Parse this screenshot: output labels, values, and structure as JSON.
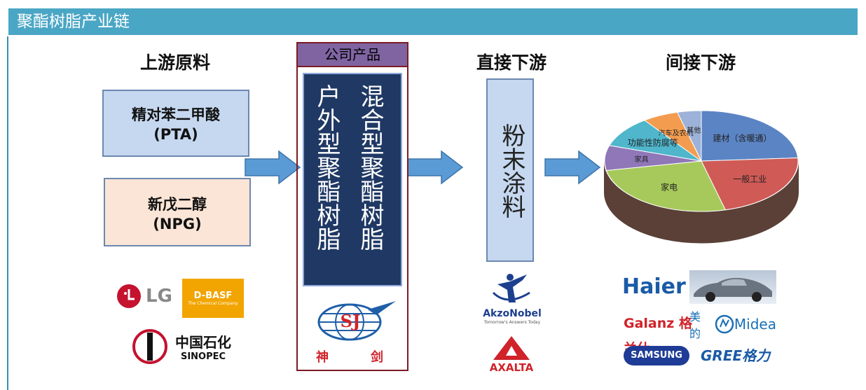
{
  "title": "聚酯树脂产业链",
  "headings": {
    "upstream": "上游原料",
    "company": "公司产品",
    "direct": "直接下游",
    "indirect": "间接下游"
  },
  "upstream": {
    "pta_name": "精对苯二甲酸",
    "pta_code": "(PTA)",
    "npg_name": "新戊二醇",
    "npg_code": "(NPG)"
  },
  "company": {
    "product_right": "混合型聚酯树脂",
    "product_left": "户外型聚酯树脂",
    "logo_mark": "SJ",
    "logo_char1": "神",
    "logo_char2": "剑"
  },
  "direct": {
    "product": "粉末涂料"
  },
  "chart_data": {
    "type": "pie",
    "title": "",
    "categories": [
      "建材（含暖通）",
      "一般工业",
      "家电",
      "家具",
      "功能性防腐等",
      "汽车及农机",
      "其他"
    ],
    "values": [
      24,
      22,
      26,
      8,
      10,
      6,
      4
    ],
    "colors": [
      "#5b84c4",
      "#cf5a56",
      "#a7c95b",
      "#8f77b8",
      "#4fb6cc",
      "#f39c4f",
      "#9cb2d8"
    ],
    "legend": "none",
    "label_other": "其他"
  },
  "logos": {
    "lg": "LG",
    "basf": "D-BASF",
    "basf_sub": "The Chemical Company",
    "sinopec_cn": "中国石化",
    "sinopec_en": "SINOPEC",
    "akzo": "AkzoNobel",
    "akzo_sub": "Tomorrow's Answers Today",
    "axalta": "AXALTA",
    "haier": "Haier",
    "galanz": "Galanz 格兰仕",
    "midea_cn": "美的",
    "midea": "Midea",
    "samsung": "SAMSUNG",
    "gree": "GREE格力"
  }
}
